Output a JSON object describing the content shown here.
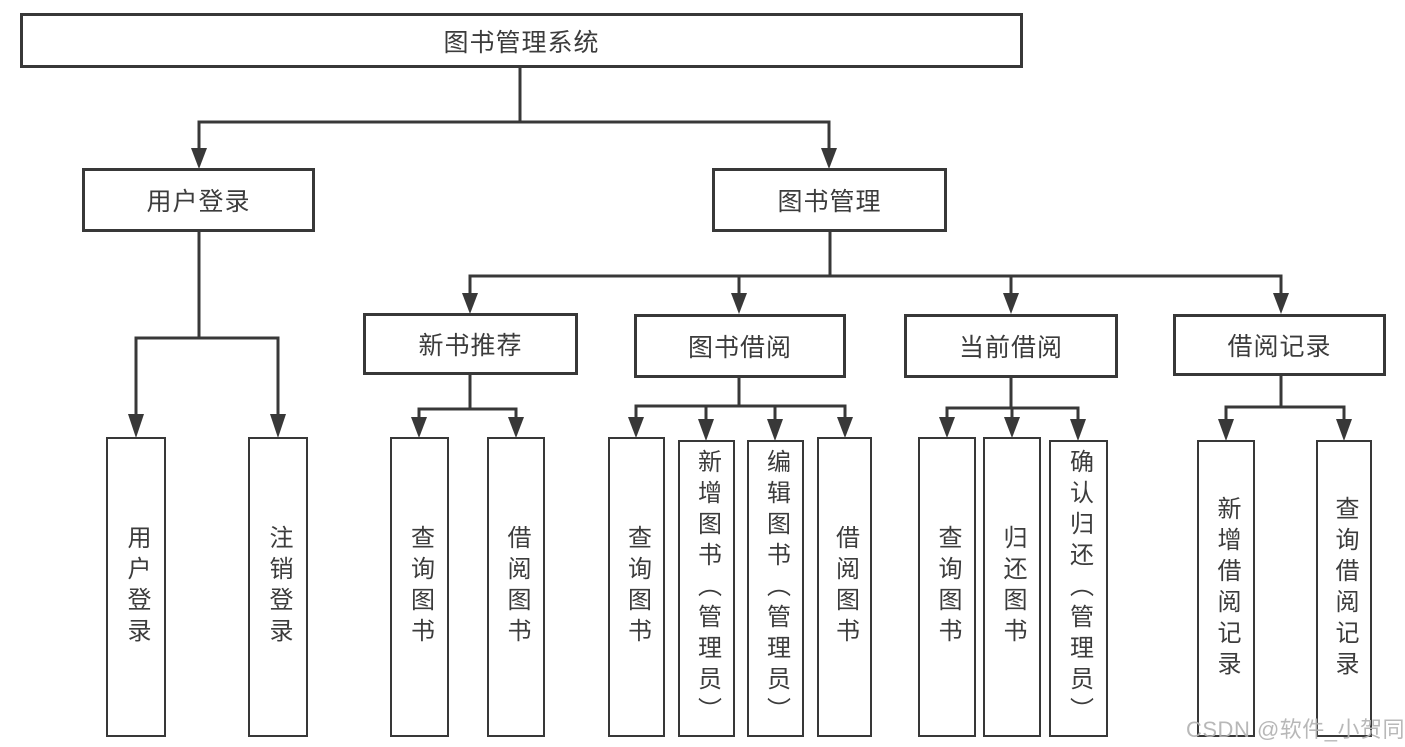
{
  "colors": {
    "line": "#383838",
    "text": "#3c3c3c",
    "watermark": "#b3b3b3",
    "background": "#ffffff"
  },
  "watermark": "CSDN @软件_小贺同学",
  "diagram": {
    "type": "tree",
    "root": "图书管理系统",
    "level2": {
      "login": "用户登录",
      "management": "图书管理"
    },
    "level3": {
      "new_books": "新书推荐",
      "book_borrow": "图书借阅",
      "current_borrow": "当前借阅",
      "borrow_records": "借阅记录"
    },
    "leaves": [
      "用户登录",
      "注销登录",
      "查询图书",
      "借阅图书",
      "查询图书",
      "新增图书（管理员）",
      "编辑图书（管理员）",
      "借阅图书",
      "查询图书",
      "归还图书",
      "确认归还（管理员）",
      "新增借阅记录",
      "查询借阅记录"
    ],
    "edges": [
      "图书管理系统→用户登录",
      "图书管理系统→图书管理",
      "用户登录→用户登录/注销登录",
      "图书管理→新书推荐/图书借阅/当前借阅/借阅记录",
      "新书推荐→查询图书/借阅图书",
      "图书借阅→查询图书/新增图书（管理员）/编辑图书（管理员）/借阅图书",
      "当前借阅→查询图书/归还图书/确认归还（管理员）",
      "借阅记录→新增借阅记录/查询借阅记录"
    ]
  }
}
